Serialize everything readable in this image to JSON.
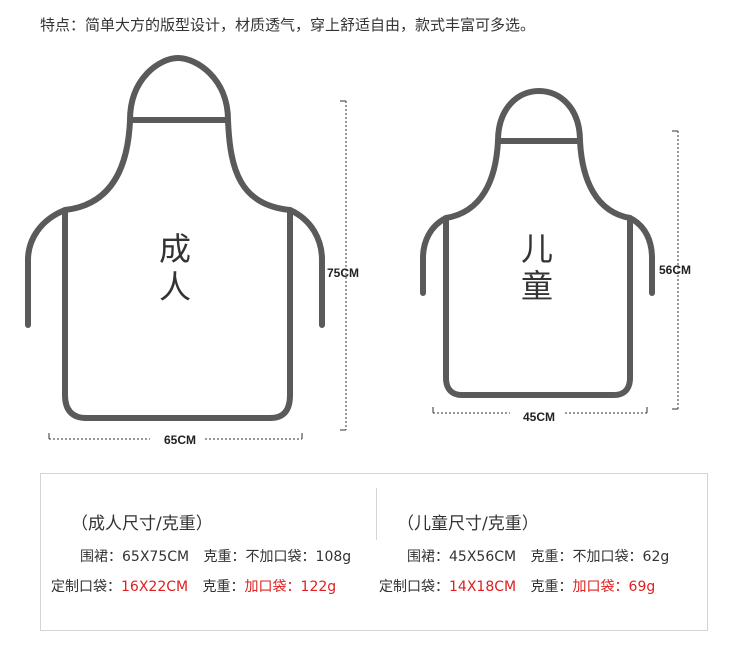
{
  "intro": "特点：简单大方的版型设计，材质透气，穿上舒适自由，款式丰富可多选。",
  "adult": {
    "label_line1": "成",
    "label_line2": "人",
    "height_label": "75CM",
    "width_label": "65CM"
  },
  "child": {
    "label_line1": "儿",
    "label_line2": "童",
    "height_label": "56CM",
    "width_label": "45CM"
  },
  "specs": {
    "adult": {
      "title": "（成人尺寸/克重）",
      "apron_label": "围裙：",
      "apron_size": "65X75CM",
      "weight_label_1": "克重：",
      "weight_1": "不加口袋：108g",
      "pocket_label": "定制口袋：",
      "pocket_size": "16X22CM",
      "weight_label_2": "克重：",
      "weight_2": "加口袋：122g"
    },
    "child": {
      "title": "（儿童尺寸/克重）",
      "apron_label": "围裙：",
      "apron_size": "45X56CM",
      "weight_label_1": "克重：",
      "weight_1": "不加口袋：62g",
      "pocket_label": "定制口袋：",
      "pocket_size": "14X18CM",
      "weight_label_2": "克重：",
      "weight_2": "加口袋：69g"
    }
  },
  "colors": {
    "outline": "#5a5a5a",
    "highlight": "#e02020"
  }
}
